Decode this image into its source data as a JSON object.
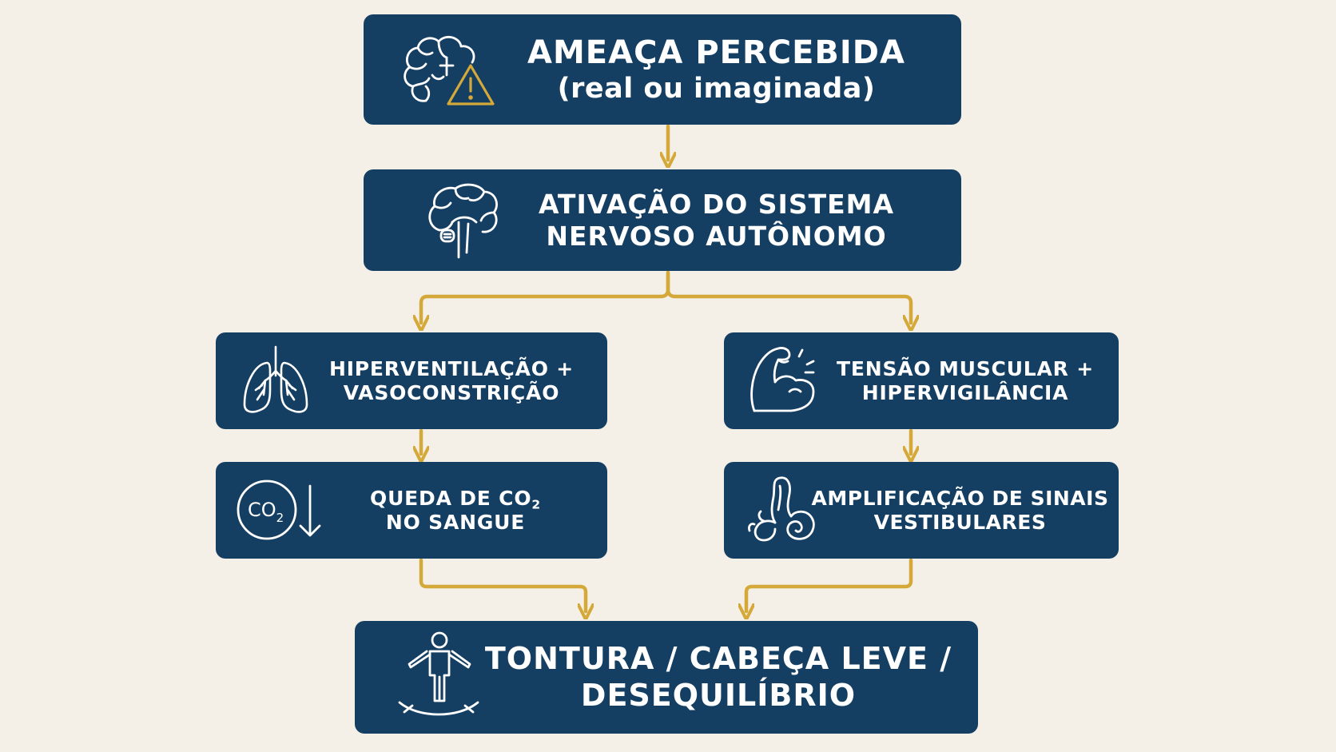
{
  "nodes": {
    "threat": {
      "title": "AMEAÇA PERCEBIDA",
      "subtitle": "(real ou imaginada)",
      "icon": "brain-warning-icon"
    },
    "ans": {
      "line1": "ATIVAÇÃO DO SISTEMA",
      "line2": "NERVOSO AUTÔNOMO",
      "icon": "brain-stem-icon"
    },
    "hyper": {
      "line1": "HIPERVENTILAÇÃO +",
      "line2": "VASOCONSTRIÇÃO",
      "icon": "lungs-icon"
    },
    "tension": {
      "line1": "TENSÃO MUSCULAR +",
      "line2": "HIPERVIGILÂNCIA",
      "icon": "flexed-arm-icon"
    },
    "co2": {
      "line1_prefix": "QUEDA DE CO",
      "line1_sub": "2",
      "line2": "NO SANGUE",
      "icon": "co2-down-icon",
      "icon_text": "CO",
      "icon_sub": "2"
    },
    "vest": {
      "line1": "AMPLIFICAÇÃO DE SINAIS",
      "line2": "VESTIBULARES",
      "icon": "inner-ear-icon"
    },
    "dizzy": {
      "line1": "TONTURA / CABEÇA LEVE /",
      "line2": "DESEQUILÍBRIO",
      "icon": "balancing-person-icon"
    }
  },
  "colors": {
    "box": "#153f62",
    "arrow": "#d4a93a",
    "background": "#f5f0e7",
    "text": "#ffffff",
    "icon_accent": "#d4a93a"
  }
}
